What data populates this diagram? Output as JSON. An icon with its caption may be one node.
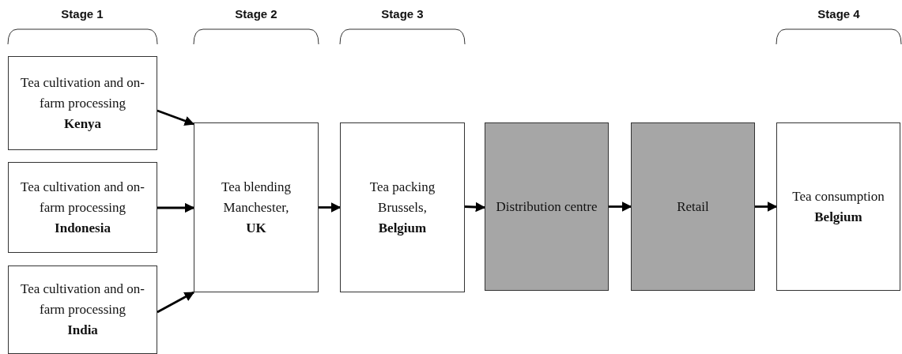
{
  "diagram": {
    "nodes": [
      {
        "text": [
          "Tea cultivation and on-farm processing",
          "Kenya"
        ]
      },
      {
        "text": [
          "Tea cultivation and on-farm processing",
          "Indonesia"
        ]
      },
      {
        "text": [
          "Tea cultivation and on-farm processing",
          "India"
        ]
      },
      {
        "text": [
          "Tea blending Manchester,",
          "UK"
        ]
      },
      {
        "text": [
          "Tea packing Brussels,",
          "Belgium"
        ]
      },
      {
        "text": [
          "Distribution centre"
        ]
      },
      {
        "text": [
          "Retail"
        ]
      },
      {
        "text": [
          "Tea consumption",
          "Belgium"
        ]
      }
    ],
    "edges": [
      {
        "from": 0,
        "to": 3,
        "arrow": "to"
      },
      {
        "from": 1,
        "to": 3,
        "arrow": "to"
      },
      {
        "from": 2,
        "to": 3,
        "arrow": "to"
      },
      {
        "from": 3,
        "to": 4,
        "arrow": "to"
      },
      {
        "from": 4,
        "to": 5,
        "arrow": "to"
      },
      {
        "from": 5,
        "to": 6,
        "arrow": "to"
      },
      {
        "from": 6,
        "to": 7,
        "arrow": "to"
      }
    ],
    "labels": [
      "Stage 1",
      "Stage 2",
      "Stage 3",
      "Stage 4"
    ]
  }
}
